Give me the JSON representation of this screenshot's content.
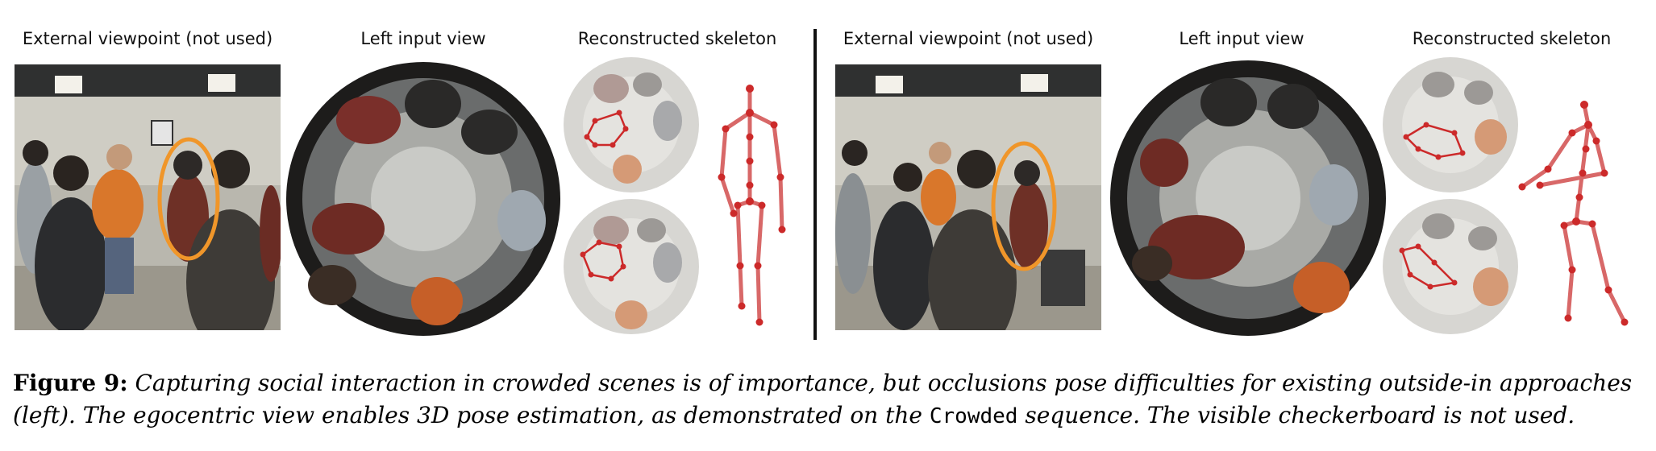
{
  "panels": {
    "left": {
      "external_label": "External viewpoint (not used)",
      "input_label": "Left input view",
      "skeleton_label": "Reconstructed skeleton"
    },
    "right": {
      "external_label": "External viewpoint (not used)",
      "input_label": "Left input view",
      "skeleton_label": "Reconstructed skeleton"
    }
  },
  "caption": {
    "figure_number": "Figure 9:",
    "text_part1": " Capturing social interaction in crowded scenes is of importance, but occlusions pose difficulties for existing outside-in approaches (left). The egocentric view enables 3D pose estimation, as demonstrated on the ",
    "sequence_name": "Crowded",
    "text_part2": " sequence. The visible checkerboard is not used."
  },
  "colors": {
    "highlight_ellipse": "#f0962a",
    "skeleton": "#cc2a2a",
    "divider": "#111111"
  }
}
